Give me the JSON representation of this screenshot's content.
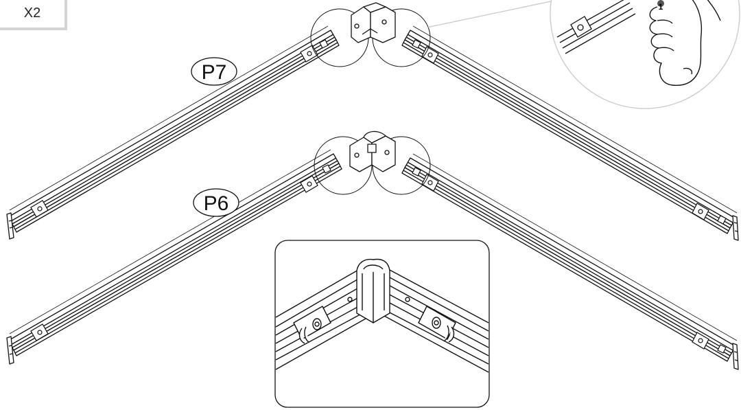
{
  "quantity_label": "X2",
  "parts": {
    "upper_frame": "P7",
    "lower_frame": "P6"
  },
  "hand_callout": {
    "step_number": "1"
  },
  "colors": {
    "line": "#111111",
    "callout": "#c8c8c8",
    "badge_shadow": "#d4d4d4",
    "step_dot": "#555555"
  },
  "icons": [
    "hand-icon",
    "corner-connector-icon",
    "frame-bar-icon"
  ]
}
